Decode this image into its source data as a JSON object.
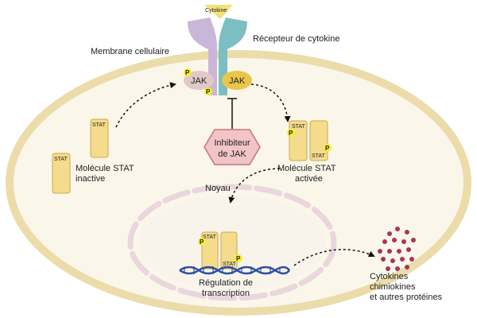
{
  "labels": {
    "cytokine": "Cytokine",
    "receptor": "Récepteur de cytokine",
    "membrane": "Membrane cellulaire",
    "jak_left": "JAK",
    "jak_right": "JAK",
    "stat_inactive_line1": "Molécule STAT",
    "stat_inactive_line2": "inactive",
    "inhibitor_line1": "Inhibiteur",
    "inhibitor_line2": "de JAK",
    "stat_active_line1": "Molécule STAT",
    "stat_active_line2": "activée",
    "nucleus": "Noyau",
    "regulation_line1": "Régulation de",
    "regulation_line2": "transcription",
    "output_line1": "Cytokines",
    "output_line2": "chimiokines",
    "output_line3": "et autres protéines"
  },
  "stat_tags": {
    "inactive_1": "STAT",
    "inactive_2": "STAT",
    "active_1": "STAT",
    "active_2": "STAT",
    "nucleus_1": "STAT",
    "nucleus_2": "STAT"
  },
  "phospho_label": "P",
  "colors": {
    "cell_fill": "#fbf6ea",
    "cell_stroke": "#ebdcaa",
    "receptor_left": "#c9b6d9",
    "receptor_right": "#7cbfc2",
    "cytokine": "#f2e277",
    "jak_left": "#e2c8c8",
    "jak_right": "#e9c64a",
    "stat_fill": "#f4dc8c",
    "stat_stroke": "#cda84a",
    "phospho": "#f6ef2a",
    "inhibitor_fill": "#f2c4c8",
    "inhibitor_stroke": "#c3757b",
    "nucleus_dash": "#ead6dc",
    "dna_blue": "#2d4f9e",
    "protein_dots": "#a8345c"
  },
  "icons": [
    "dna-helix-icon",
    "protein-dots-icon",
    "phosphate-icon",
    "inhibition-arrow-icon"
  ]
}
